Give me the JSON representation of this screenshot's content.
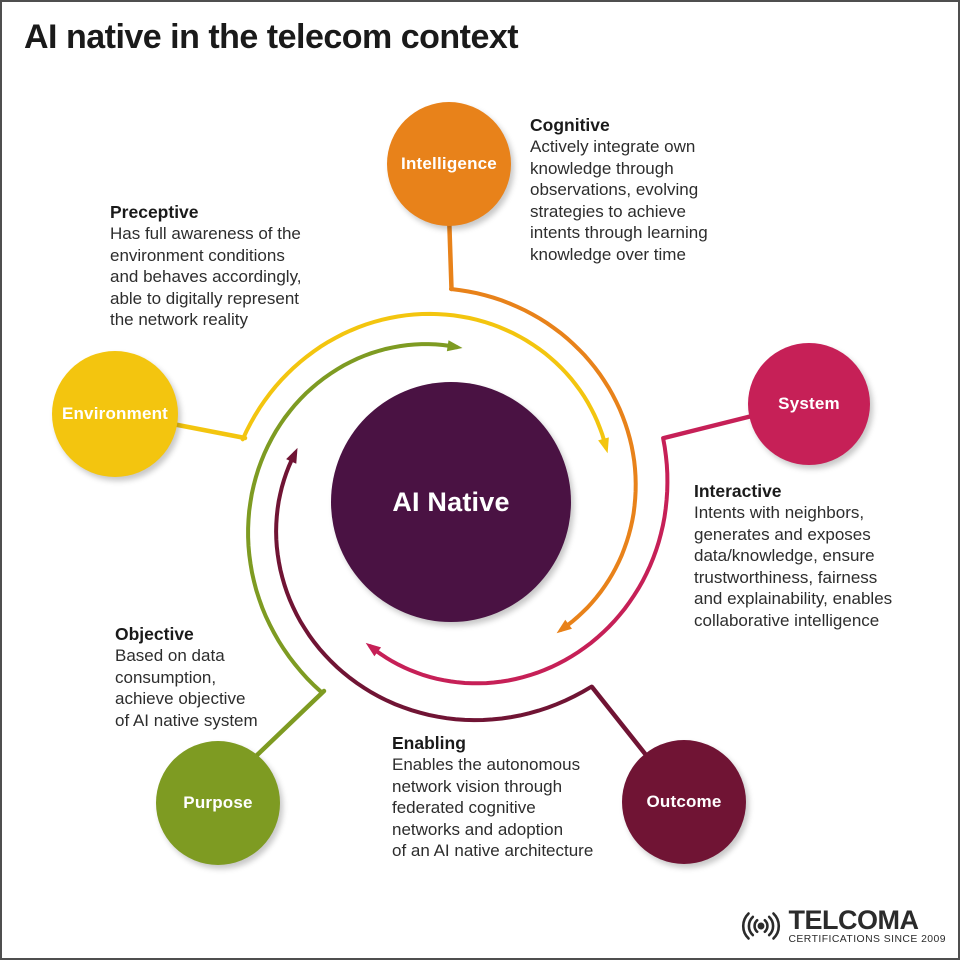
{
  "title": "AI native in the telecom context",
  "center": {
    "label": "AI Native",
    "color": "#4A1243"
  },
  "nodes": [
    {
      "id": "intelligence",
      "label": "Intelligence",
      "color": "#E8821A"
    },
    {
      "id": "environment",
      "label": "Environment",
      "color": "#F3C50F"
    },
    {
      "id": "system",
      "label": "System",
      "color": "#C62057"
    },
    {
      "id": "purpose",
      "label": "Purpose",
      "color": "#7E9B22"
    },
    {
      "id": "outcome",
      "label": "Outcome",
      "color": "#701434"
    }
  ],
  "blocks": [
    {
      "id": "preceptive",
      "heading": "Preceptive",
      "lines": [
        "Has full awareness of the",
        "environment conditions",
        "and behaves accordingly,",
        "able to digitally represent",
        "the network reality"
      ]
    },
    {
      "id": "cognitive",
      "heading": "Cognitive",
      "lines": [
        "Actively integrate own",
        "knowledge through",
        "observations, evolving",
        "strategies to achieve",
        "intents through learning",
        "knowledge over time"
      ]
    },
    {
      "id": "interactive",
      "heading": "Interactive",
      "lines": [
        "Intents with neighbors,",
        "generates and exposes",
        "data/knowledge, ensure",
        "trustworthiness, fairness",
        "and explainability, enables",
        "collaborative intelligence"
      ]
    },
    {
      "id": "objective",
      "heading": "Objective",
      "lines": [
        "Based on data",
        "consumption,",
        "achieve objective",
        "of AI native system"
      ]
    },
    {
      "id": "enabling",
      "heading": "Enabling",
      "lines": [
        "Enables the autonomous",
        "network vision through",
        "federated cognitive",
        "networks and adoption",
        "of an AI native architecture"
      ]
    }
  ],
  "logo": {
    "name": "TELCOMA",
    "tagline": "CERTIFICATIONS SINCE 2009"
  }
}
